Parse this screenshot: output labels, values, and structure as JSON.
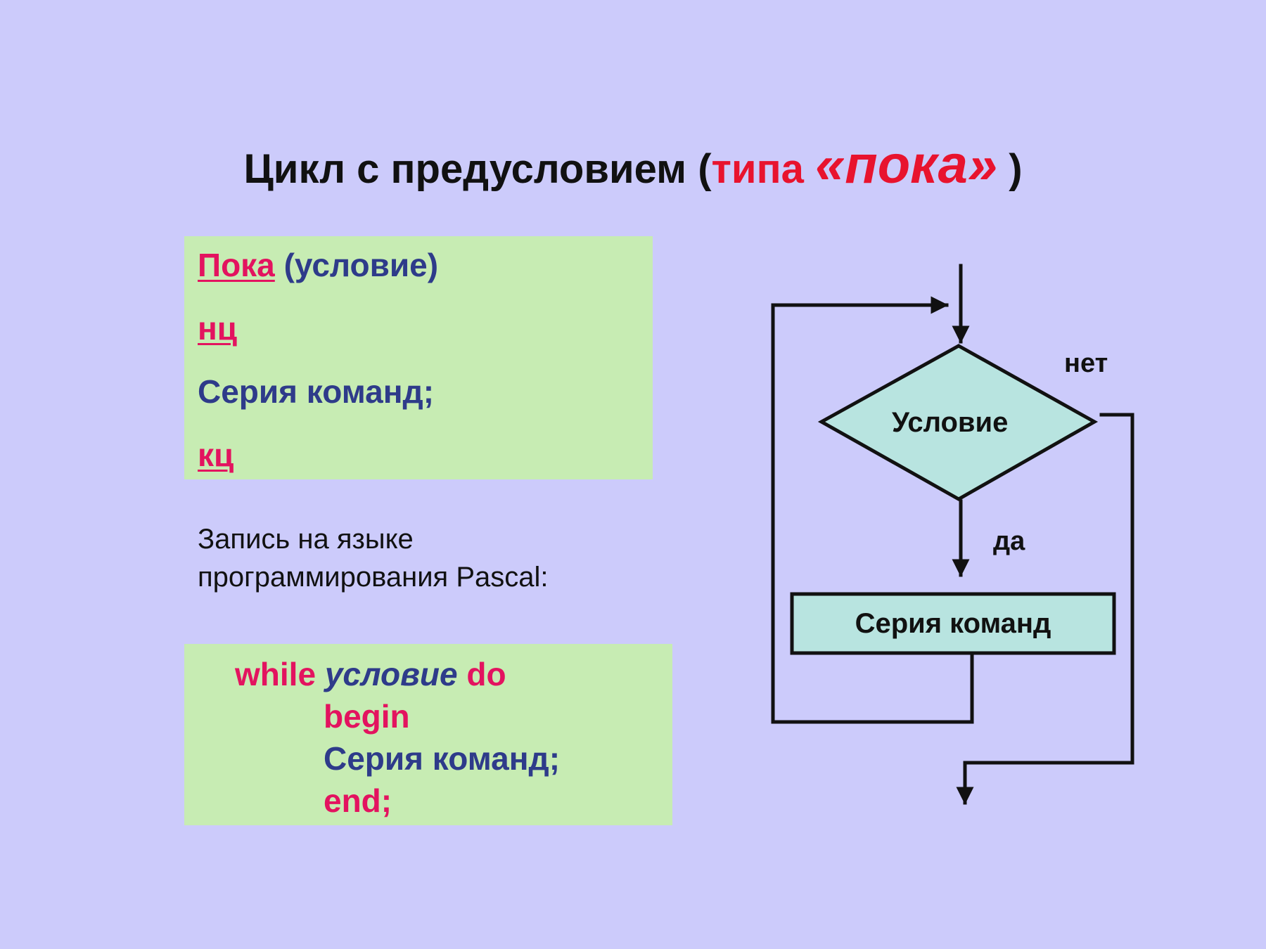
{
  "title": {
    "main": "Цикл с предусловием",
    "open_paren": "(",
    "type_word": "типа",
    "loop_word": "«пока»",
    "close_paren": ")"
  },
  "pseudocode": {
    "while_keyword": "Пока",
    "condition": "(условие)",
    "begin_keyword": "нц",
    "body": "Серия команд;",
    "end_keyword": "кц"
  },
  "pascal_caption": {
    "line1": "Запись на языке",
    "line2": "программирования Pascal:"
  },
  "pascal_code": {
    "while_kw": "while",
    "condition": "условие",
    "do_kw": "do",
    "begin_kw": "begin",
    "body": "Серия команд;",
    "end_kw": "end;"
  },
  "flowchart": {
    "condition_label": "Условие",
    "no_label": "нет",
    "yes_label": "да",
    "body_label": "Серия команд"
  },
  "colors": {
    "background": "#cccbfb",
    "panel": "#c7ecb3",
    "keyword": "#e3135f",
    "text": "#2e3b8a",
    "title_accent": "#e8132e",
    "flow_fill": "#b8e4e0"
  }
}
